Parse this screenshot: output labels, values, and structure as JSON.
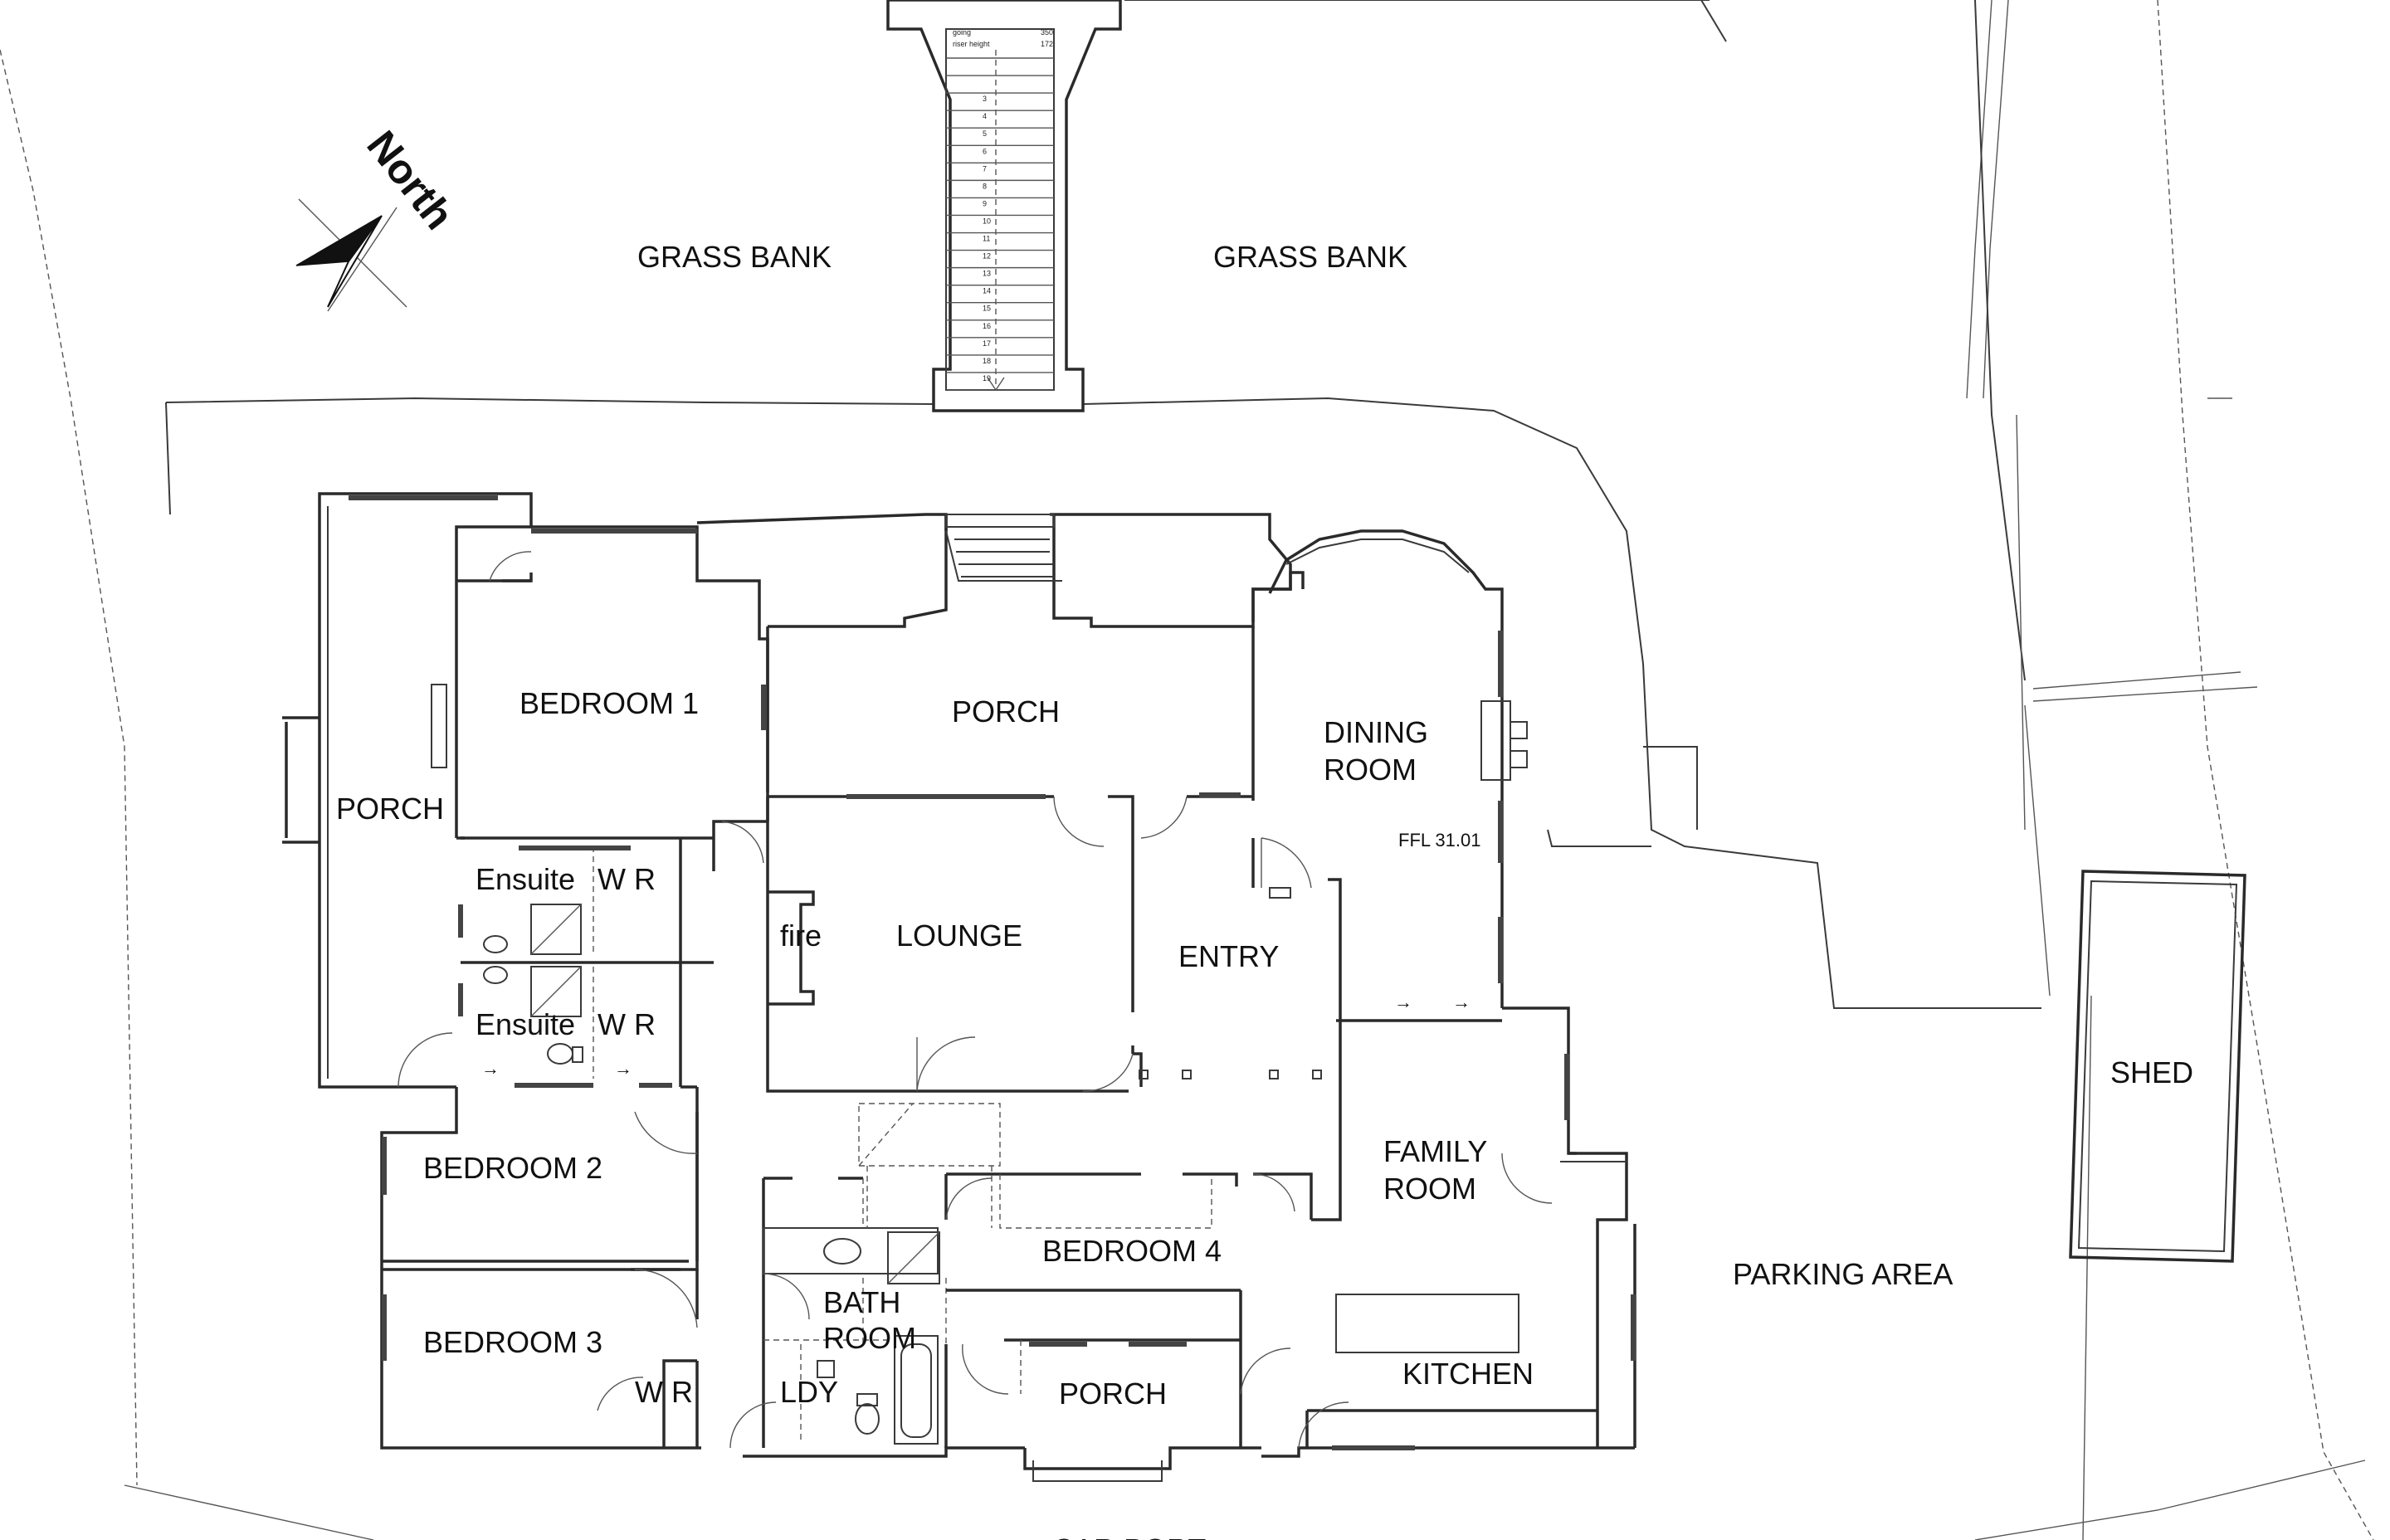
{
  "labels": {
    "grass_bank_left": "GRASS BANK",
    "grass_bank_right": "GRASS BANK",
    "north": "North",
    "porch_west": "PORCH",
    "bedroom_1": "BEDROOM 1",
    "porch_north": "PORCH",
    "dining_room_1": "DINING",
    "dining_room_2": "ROOM",
    "ffl": "FFL 31.01",
    "ensuite_1": "Ensuite",
    "wr_1": "W R",
    "ensuite_2": "Ensuite",
    "wr_2": "W R",
    "fire": "fire",
    "lounge": "LOUNGE",
    "entry": "ENTRY",
    "bedroom_2": "BEDROOM 2",
    "family_room_1": "FAMILY",
    "family_room_2": "ROOM",
    "bedroom_4": "BEDROOM 4",
    "bath_room_1": "BATH",
    "bath_room_2": "ROOM",
    "bedroom_3": "BEDROOM 3",
    "wr_3": "W R",
    "ldy": "LDY",
    "porch_south": "PORCH",
    "kitchen": "KITCHEN",
    "parking_area": "PARKING AREA",
    "shed": "SHED",
    "car_port": "CAR PORT"
  },
  "stair_table": {
    "going_label": "going",
    "going_value": "350",
    "riser_label": "riser height",
    "riser_value": "172",
    "steps": [
      "3",
      "4",
      "5",
      "6",
      "7",
      "8",
      "9",
      "10",
      "11",
      "12",
      "13",
      "14",
      "15",
      "16",
      "17",
      "18",
      "19"
    ]
  }
}
